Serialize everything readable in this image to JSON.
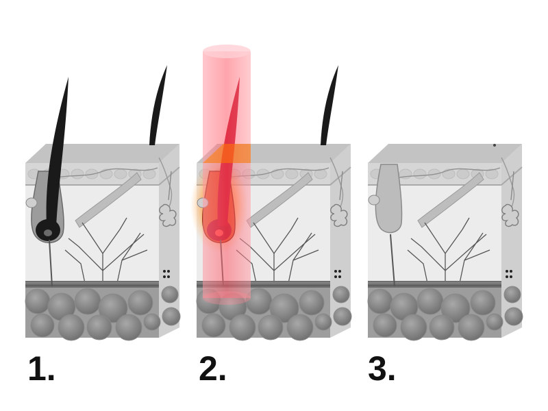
{
  "steps": [
    {
      "label": "1.",
      "hair_state": "full",
      "laser": false
    },
    {
      "label": "2.",
      "hair_state": "heated",
      "laser": true
    },
    {
      "label": "3.",
      "hair_state": "removed",
      "laser": false
    }
  ],
  "colors": {
    "background": "#ffffff",
    "hair": "#1a1a1a",
    "skin_top": "#c9c9c9",
    "skin_side": "#dedede",
    "fat": "#8a8a8a",
    "nerve": "#555555",
    "laser_beam": "#ff6f7a",
    "heated_follicle": "#b0001a",
    "heat_glow": "#ff7a00",
    "label_text": "#111111"
  },
  "icons": [
    "laser-beam-icon",
    "hair-follicle-icon",
    "fat-cell-icon",
    "sweat-gland-icon",
    "blood-vessel-icon",
    "nerve-icon"
  ]
}
